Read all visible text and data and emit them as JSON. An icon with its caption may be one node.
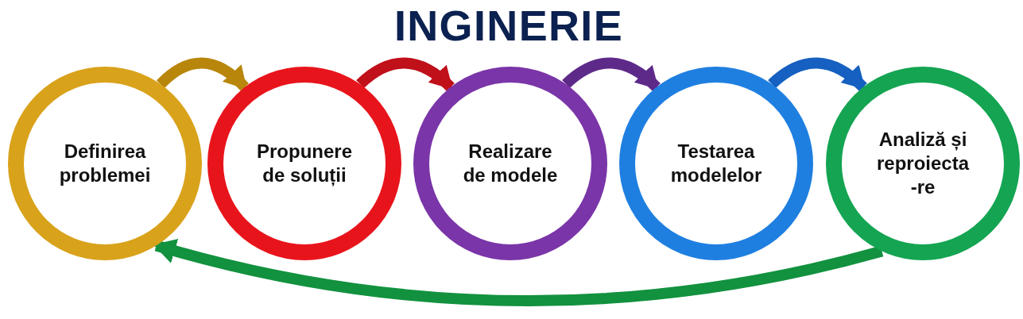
{
  "diagram": {
    "title": "INGINERIE",
    "nodes": [
      {
        "text": [
          "Definirea problemei"
        ]
      },
      {
        "text": [
          "Propunere de soluții"
        ]
      },
      {
        "text": [
          "Realizare de modele"
        ]
      },
      {
        "text": [
          "Testarea modelelor"
        ]
      },
      {
        "text": [
          "Analiză și reproiecta -re"
        ]
      }
    ],
    "edges": [
      {
        "from": 0,
        "to": 1,
        "arrow": "to",
        "color": "#b8860b"
      },
      {
        "from": 1,
        "to": 2,
        "arrow": "to",
        "color": "#c0101a"
      },
      {
        "from": 2,
        "to": 3,
        "arrow": "to",
        "color": "#5e2a8a"
      },
      {
        "from": 3,
        "to": 4,
        "arrow": "to",
        "color": "#1560c0"
      },
      {
        "from": 4,
        "to": 0,
        "arrow": "to",
        "color": "#12913f"
      }
    ]
  }
}
